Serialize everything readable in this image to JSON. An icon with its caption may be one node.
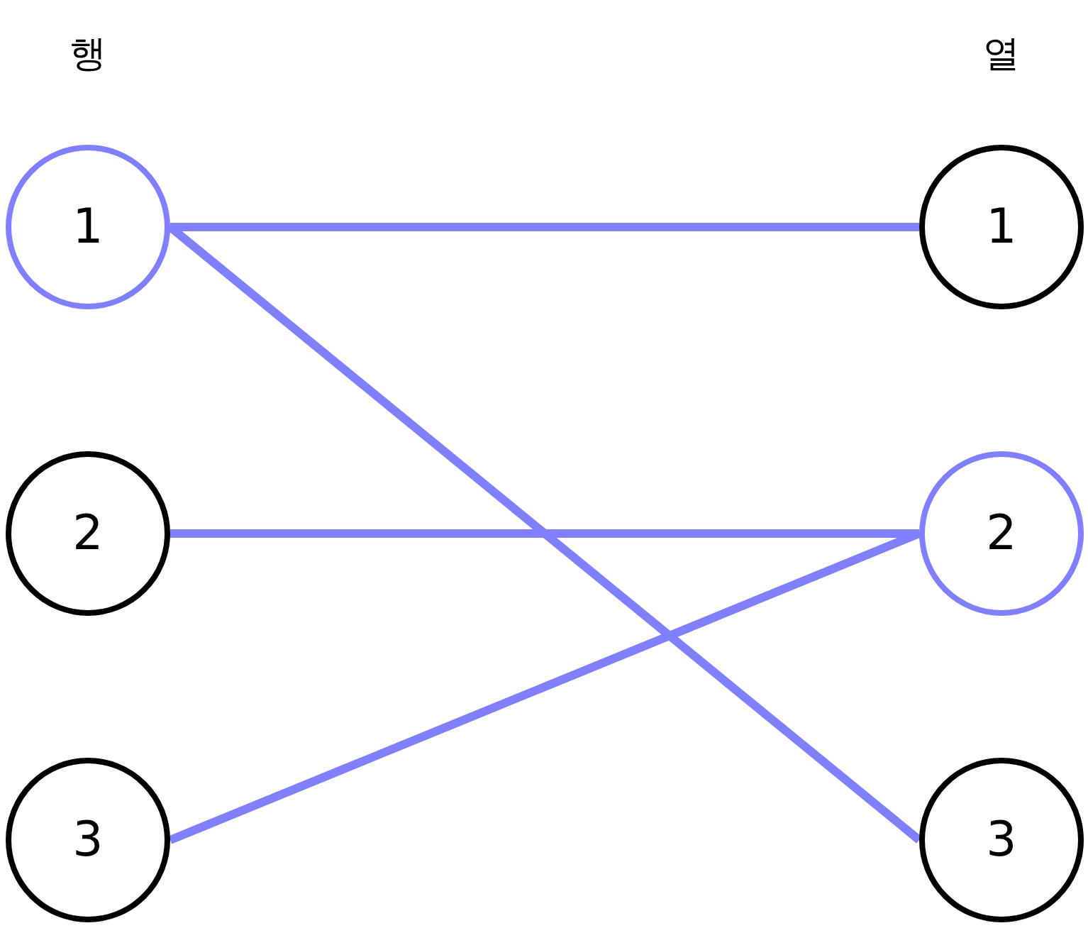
{
  "diagram": {
    "nodes": [
      {
        "text": [
          "1"
        ]
      },
      {
        "text": [
          "2"
        ]
      },
      {
        "text": [
          "3"
        ]
      },
      {
        "text": [
          "1"
        ]
      },
      {
        "text": [
          "2"
        ]
      },
      {
        "text": [
          "3"
        ]
      }
    ],
    "edges": [
      {
        "from": 0,
        "to": 3,
        "arrow": "none"
      },
      {
        "from": 0,
        "to": 5,
        "arrow": "none"
      },
      {
        "from": 1,
        "to": 4,
        "arrow": "none"
      },
      {
        "from": 2,
        "to": 4,
        "arrow": "none"
      }
    ],
    "labels": [
      "행",
      "열"
    ]
  }
}
